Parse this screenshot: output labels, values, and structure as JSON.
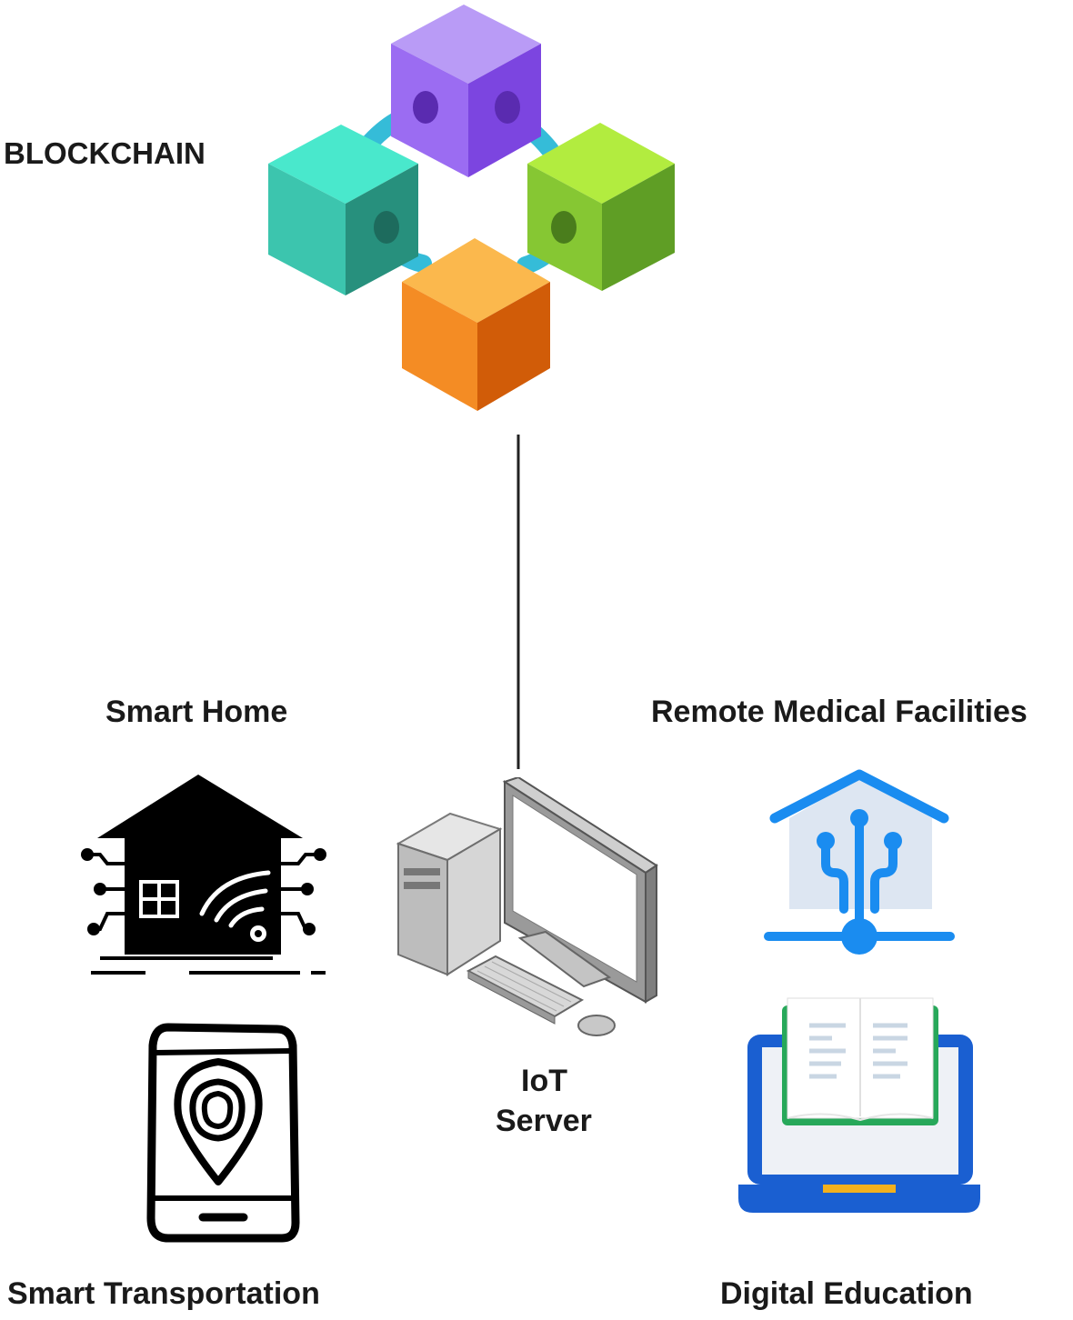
{
  "diagram": {
    "blockchain_label": "BLOCKCHAIN",
    "smart_home_label": "Smart Home",
    "remote_medical_label": "Remote Medical Facilities",
    "iot_server_line1": "IoT",
    "iot_server_line2": "Server",
    "smart_transportation_label": "Smart Transportation",
    "digital_education_label": "Digital Education"
  },
  "icons": {
    "blockchain": "blockchain-cubes-icon",
    "smart_home": "smart-home-icon",
    "server": "desktop-computer-icon",
    "medical": "home-network-icon",
    "transportation": "phone-location-pin-icon",
    "education": "laptop-book-icon"
  },
  "colors": {
    "cube_purple": "#9b6cf2",
    "cube_teal": "#3dd6bd",
    "cube_green": "#8ccf3a",
    "cube_orange": "#f49a2e",
    "link_blue": "#35bcd8",
    "medical_blue": "#1a8cf0",
    "education_blue": "#1a5fd1",
    "education_green": "#27a85a"
  }
}
